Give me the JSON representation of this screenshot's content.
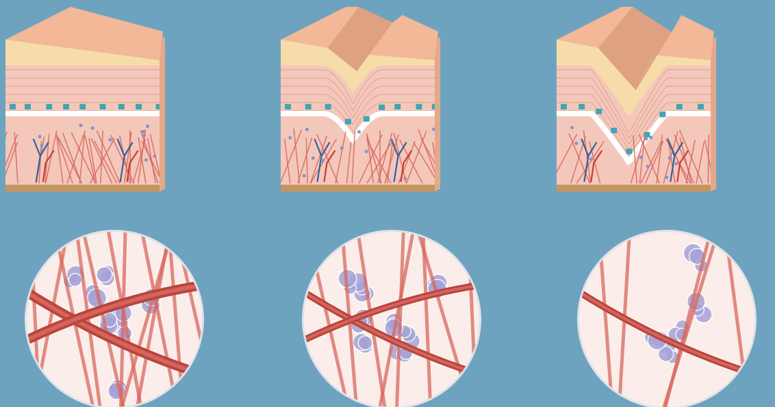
{
  "colors": {
    "background": "#6ea3bf",
    "skin_surface": "#f2b898",
    "skin_surface_shade": "#dc9e80",
    "epidermis_yellow": "#f6dca8",
    "dermis_pink": "#f3c8bb",
    "dermis_lines": "#e39a92",
    "basal_cells": "#3fa6b4",
    "basal_band": "#ffffff",
    "collagen_fiber": "#d8685f",
    "collagen_fiber_dark": "#b8453e",
    "vessel_blue": "#33609e",
    "vessel_red": "#c93a33",
    "subcutis_brown": "#c7955f",
    "circle_bg": "#fbeeea",
    "circle_border": "#dfe2ea",
    "hyaluronic_cluster": "#a6a3d6"
  },
  "panels": [
    {
      "wrinkle_depth": 0
    },
    {
      "wrinkle_depth": 0.55
    },
    {
      "wrinkle_depth": 1
    }
  ],
  "zooms": [
    {
      "fiber_density": 1,
      "cluster_density": 1
    },
    {
      "fiber_density": 0.7,
      "cluster_density": 0.75
    },
    {
      "fiber_density": 0.4,
      "cluster_density": 0.45
    }
  ]
}
